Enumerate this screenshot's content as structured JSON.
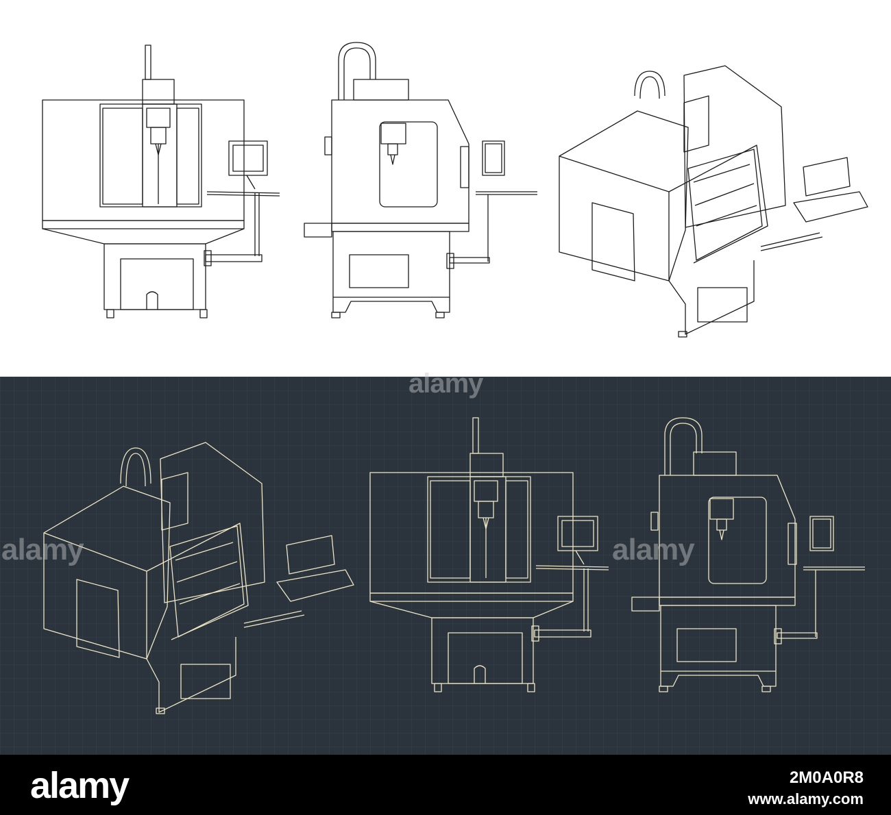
{
  "watermark": {
    "text": "alamy"
  },
  "footer": {
    "logo": "alamy",
    "image_id": "2M0A0R8",
    "url": "www.alamy.com"
  },
  "colors": {
    "top_background": "#ffffff",
    "top_line": "#1b1b1b",
    "blueprint_background": "#2b343c",
    "blueprint_grid": "#36424b",
    "blueprint_line": "#efe6c5",
    "footer_background": "#000000",
    "footer_text": "#ffffff"
  }
}
